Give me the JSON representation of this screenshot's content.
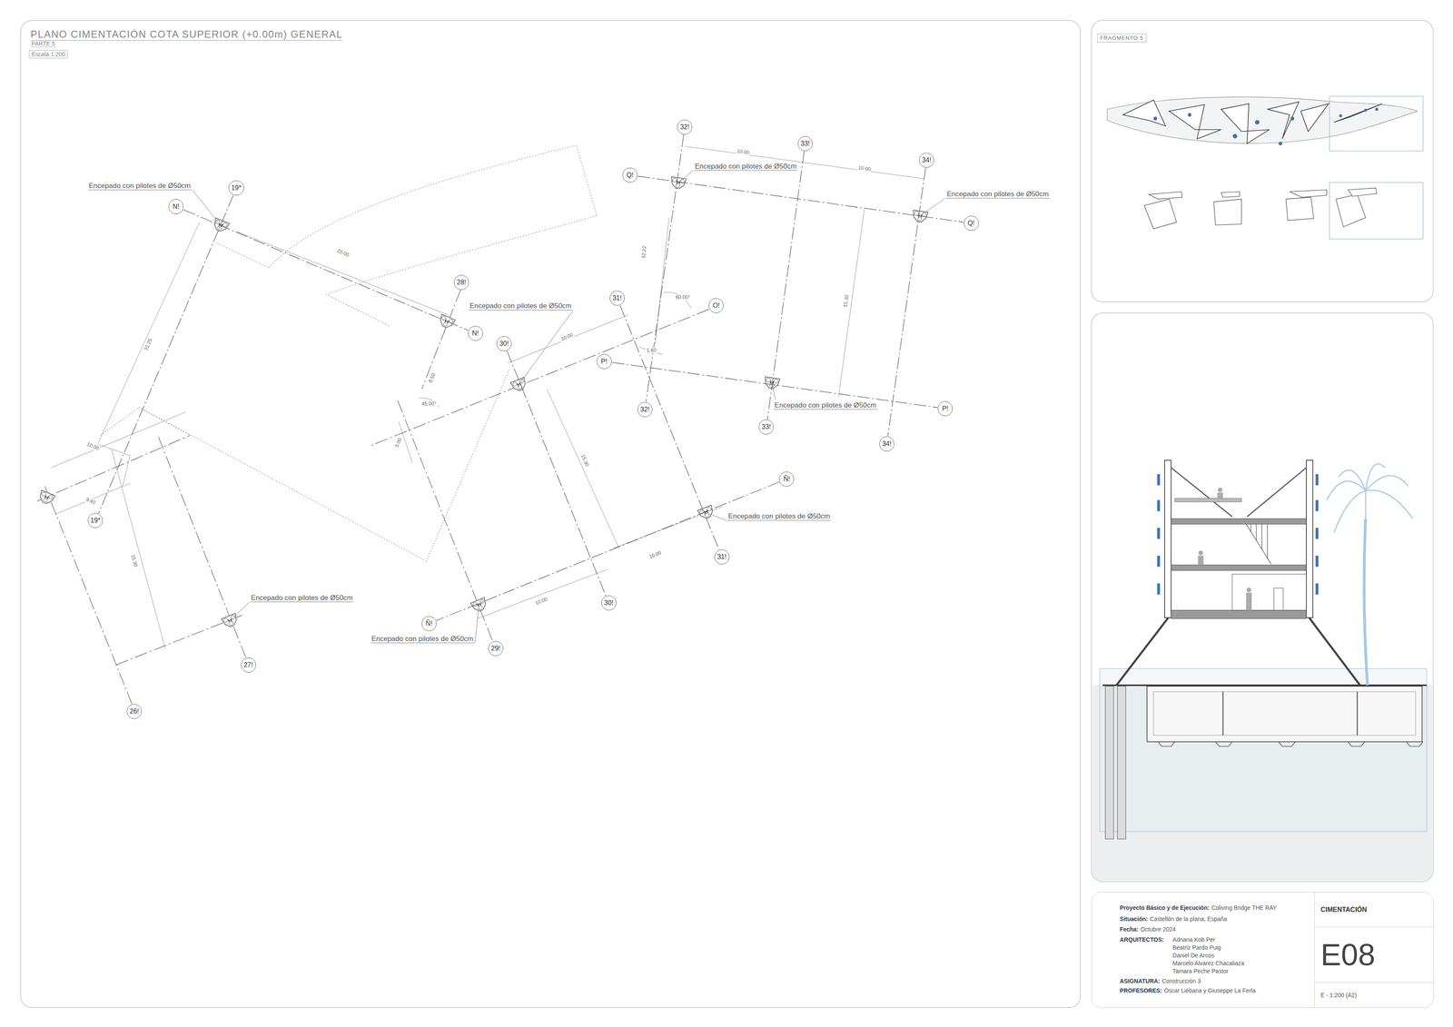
{
  "diagram": {
    "title": "PLANO CIMENTACIÓN COTA SUPERIOR (+0.00m) GENERAL",
    "nodes": [
      {
        "text": [
          "32!"
        ]
      },
      {
        "text": [
          "33!"
        ]
      },
      {
        "text": [
          "34!"
        ]
      },
      {
        "text": [
          "Q!"
        ]
      },
      {
        "text": [
          "19*"
        ]
      },
      {
        "text": [
          "N!"
        ]
      },
      {
        "text": [
          "Q!"
        ]
      },
      {
        "text": [
          "28!"
        ]
      },
      {
        "text": [
          "31!"
        ]
      },
      {
        "text": [
          "O!"
        ]
      },
      {
        "text": [
          "N!"
        ]
      },
      {
        "text": [
          "30!"
        ]
      },
      {
        "text": [
          "P!"
        ]
      },
      {
        "text": [
          "P!"
        ]
      },
      {
        "text": [
          "32!"
        ]
      },
      {
        "text": [
          "33!"
        ]
      },
      {
        "text": [
          "34!"
        ]
      },
      {
        "text": [
          "Ñ!"
        ]
      },
      {
        "text": [
          "19*"
        ]
      },
      {
        "text": [
          "31!"
        ]
      },
      {
        "text": [
          "30!"
        ]
      },
      {
        "text": [
          "Ñ!"
        ]
      },
      {
        "text": [
          "29!"
        ]
      },
      {
        "text": [
          "27!"
        ]
      },
      {
        "text": [
          "26!"
        ]
      },
      {
        "text": [
          "FRAGMENTO 5"
        ]
      },
      {
        "text": [
          "Proyecto Básico y de Ejecución:",
          "Coliving Bridge THE RAY",
          "Situación:",
          "Castellón de la plana, España",
          "Fecha:",
          "Octubre 2024",
          "ARQUITECTOS:",
          "Adriana Kob Per",
          "Beatriz Pardo Puig",
          "Daniel De Arcos",
          "Marcelo Alvarez Chacaliaza",
          "Tamara Peche Pastor",
          "ASIGNATURA:",
          "Construcción 3",
          "PROFESORES:",
          "Óscar Liébana y Giuseppe La Ferla"
        ]
      },
      {
        "text": [
          "CIMENTACIÓN"
        ],
        "in": 26
      },
      {
        "text": [
          "E08"
        ],
        "in": 26
      },
      {
        "text": [
          "E - 1:200 (A2)"
        ],
        "in": 26
      }
    ],
    "edges": [
      {
        "from": 0,
        "to": 14,
        "arrow": "none"
      },
      {
        "from": 1,
        "to": 15,
        "arrow": "none"
      },
      {
        "from": 2,
        "to": 16,
        "arrow": "none"
      },
      {
        "from": 3,
        "to": 6,
        "arrow": "none"
      },
      {
        "from": 4,
        "to": 18,
        "arrow": "none"
      },
      {
        "from": 5,
        "to": 10,
        "arrow": "none"
      },
      {
        "from": 8,
        "to": 19,
        "arrow": "none"
      },
      {
        "from": 11,
        "to": 20,
        "arrow": "none"
      },
      {
        "from": 12,
        "to": 13,
        "arrow": "none"
      },
      {
        "from": 17,
        "to": 21,
        "arrow": "none"
      }
    ],
    "labels": [
      "PARTE 5",
      "Escala 1:200",
      "Encepado con pilotes de Ø50cm",
      "Encepado con pilotes de Ø50cm",
      "Encepado con pilotes de Ø50cm",
      "Encepado con pilotes de Ø50cm",
      "Encepado con pilotes de Ø50cm",
      "Encepado con pilotes de Ø50cm",
      "Encepado con pilotes de Ø50cm",
      "Encepado con pilotes de Ø50cm",
      "10.00",
      "10.00",
      "12.22",
      "15.30",
      "20.00",
      "31.25",
      "10.00",
      "60.00°",
      "1.60",
      "8.50",
      "45.00°",
      "5.00",
      "15.30",
      "10.00",
      "8.40",
      "15.30",
      "10.00",
      "10.00"
    ]
  }
}
